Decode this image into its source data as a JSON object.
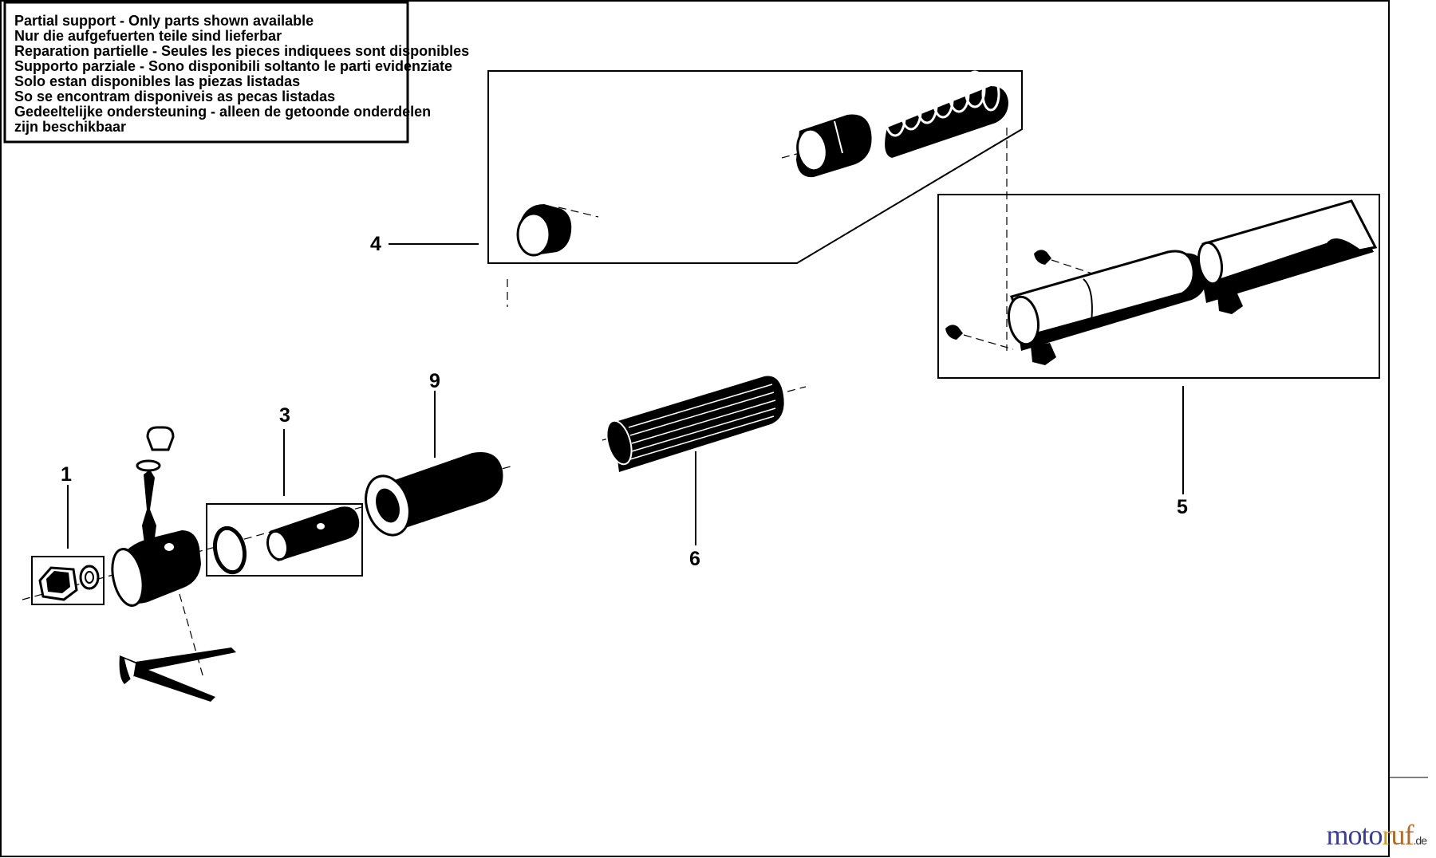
{
  "notice": {
    "lines": [
      "Partial support - Only parts shown available",
      "Nur die aufgefuerten teile sind lieferbar",
      "Reparation partielle - Seules les pieces indiquees sont disponibles",
      "Supporto parziale - Sono disponibili soltanto le parti evidenziate",
      "Solo estan disponibles las piezas listadas",
      "So se encontram disponiveis as pecas listadas",
      "Gedeeltelijke ondersteuning - alleen de getoonde onderdelen",
      "zijn beschikbaar"
    ]
  },
  "callouts": [
    {
      "id": "1",
      "label": "1"
    },
    {
      "id": "3",
      "label": "3"
    },
    {
      "id": "4",
      "label": "4"
    },
    {
      "id": "5",
      "label": "5"
    },
    {
      "id": "6",
      "label": "6"
    },
    {
      "id": "9",
      "label": "9"
    }
  ],
  "watermark": {
    "part1": "moto",
    "part2": "r",
    "part3": "uf",
    "tld": ".de"
  }
}
